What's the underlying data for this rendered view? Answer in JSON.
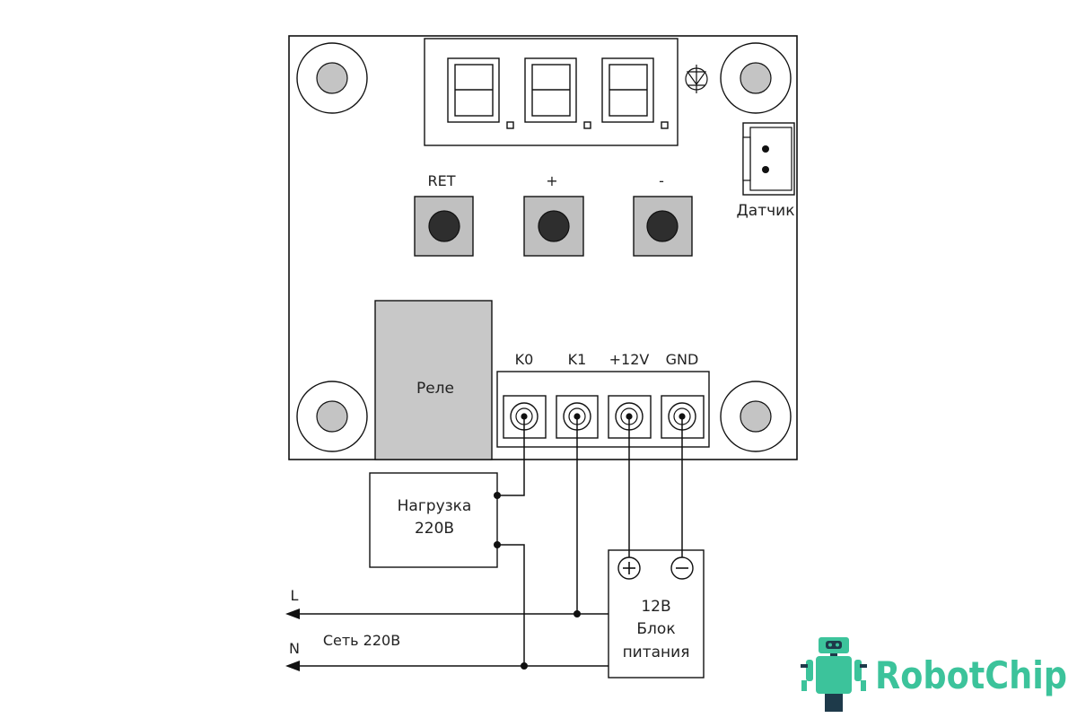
{
  "board": {
    "buttons": [
      {
        "label": "RET"
      },
      {
        "label": "+"
      },
      {
        "label": "-"
      }
    ],
    "sensor_label": "Датчик",
    "relay_label": "Реле",
    "terminals": [
      {
        "label": "K0"
      },
      {
        "label": "K1"
      },
      {
        "label": "+12V"
      },
      {
        "label": "GND"
      }
    ]
  },
  "load": {
    "line1": "Нагрузка",
    "line2": "220В"
  },
  "power_supply": {
    "line1": "12В",
    "line2": "Блок",
    "line3": "питания",
    "plus": "+",
    "minus": "−"
  },
  "mains": {
    "l_label": "L",
    "n_label": "N",
    "label": "Сеть 220В"
  },
  "logo": {
    "text": "RobotChip"
  },
  "colors": {
    "line": "#111111",
    "relay_fill": "#c8c8c8",
    "button_fill": "#c0c0c0",
    "button_knob": "#2e2e2e",
    "hole_fill": "#c4c4c4",
    "logo_teal": "#3cc39b",
    "logo_dark": "#1e3a4a"
  }
}
